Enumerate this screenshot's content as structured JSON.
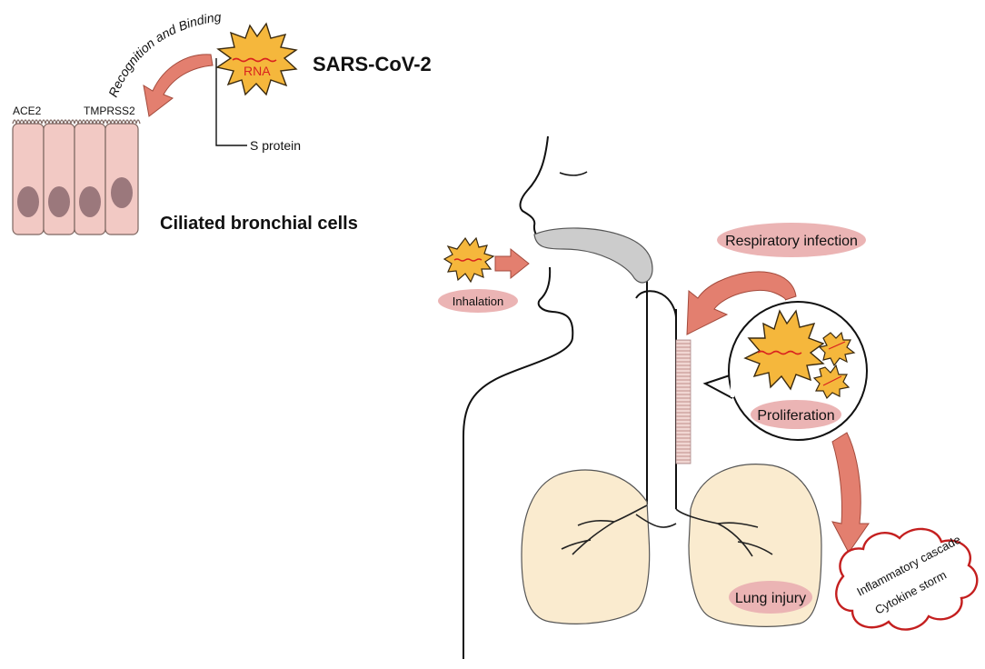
{
  "labels": {
    "recognition": "Recognition and Binding",
    "virus_name": "SARS-CoV-2",
    "rna": "RNA",
    "s_protein": "S protein",
    "ace2": "ACE2",
    "tmprss2": "TMPRSS2",
    "ciliated": "Ciliated bronchial cells",
    "inhalation": "Inhalation",
    "respiratory": "Respiratory infection",
    "proliferation": "Proliferation",
    "lung_injury": "Lung injury",
    "inflammatory": "Inflammatory cascade",
    "cytokine": "Cytokine storm"
  },
  "colors": {
    "arrow": "#e37f6f",
    "virus": "#f5b73c",
    "virus_stroke": "#3a2a10",
    "rna_text": "#d9231f",
    "pill": "#ebb4b4",
    "lung": "#faebcf",
    "cell": "#f2c9c4",
    "nucleus": "#8c6a70",
    "cloud_stroke": "#c41f1f",
    "airway_gray": "#cccccc"
  }
}
